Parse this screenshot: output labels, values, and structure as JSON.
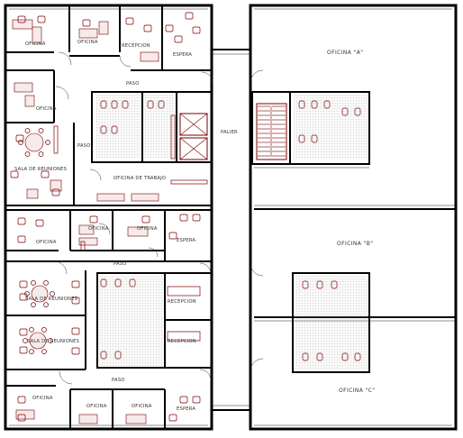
{
  "plan": {
    "labels": {
      "oficina_tl1": "OFICINA",
      "oficina_tl2": "OFICINA",
      "recepcion_top": "RECEPCION",
      "espera_top": "ESPERA",
      "oficina_left_mid": "OFICINA",
      "paso_top": "PASO",
      "paso_side": "PASO",
      "sala_reuniones_top": "SALA DE REUNIONES",
      "oficina_trabajo": "OFICINA DE TRABAJO",
      "palier": "PALIER",
      "oficina_a": "OFICINA \"A\"",
      "oficina_mid1": "OFICINA",
      "oficina_mid2": "OFICINA",
      "oficina_mid3": "OFICINA",
      "espera_mid": "ESPERA",
      "paso_mid": "PASO",
      "oficina_b": "OFICINA \"B\"",
      "sala_reuniones_mid1": "SALA DE REUNIONES",
      "recepcion_mid1": "RECEPCION",
      "sala_reuniones_mid2": "SALA DE REUNIONES",
      "recepcion_mid2": "RECEPCION",
      "paso_low": "PASO",
      "oficina_c": "OFICINA \"C\"",
      "oficina_bl1": "OFICINA",
      "oficina_bl2": "OFICINA",
      "oficina_bl3": "OFICINA",
      "espera_bottom": "ESPERA"
    }
  }
}
